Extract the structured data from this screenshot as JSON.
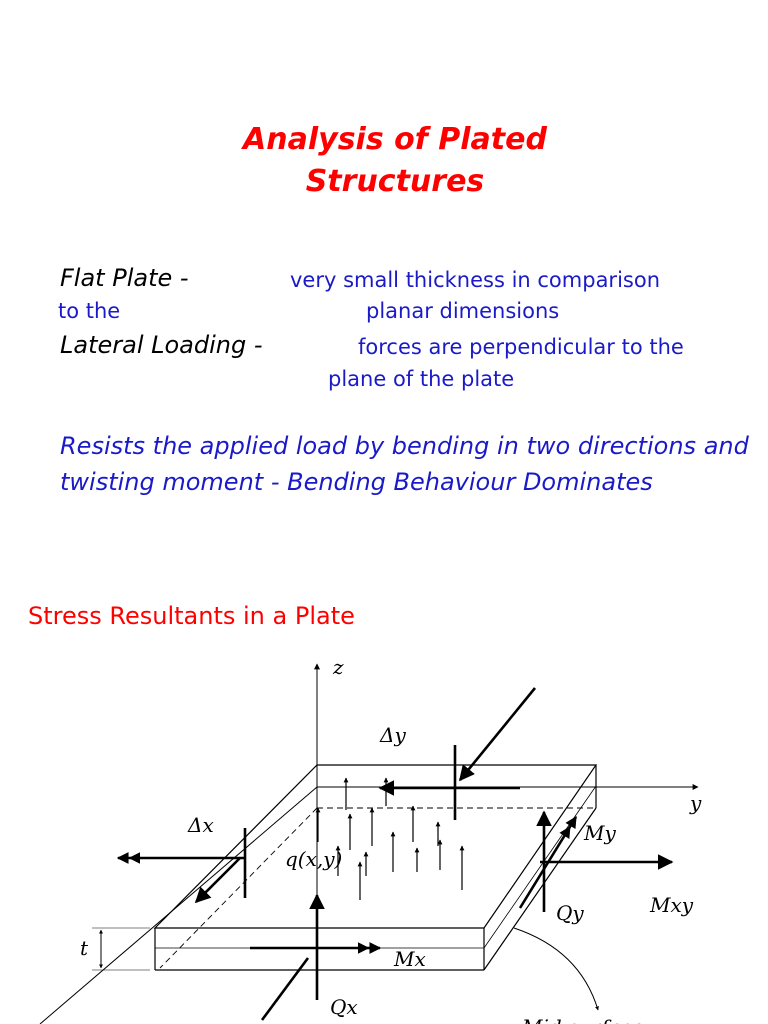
{
  "title": {
    "line1": "Analysis of  Plated",
    "line2": "Structures"
  },
  "definitions": {
    "flat_plate": {
      "term": "Flat Plate -",
      "line1": "very small thickness in comparison",
      "line2a": "to the",
      "line2b": "planar dimensions"
    },
    "lateral_loading": {
      "term": "Lateral Loading  -",
      "line1": "forces are perpendicular to the",
      "line2": "plane of the plate"
    }
  },
  "resists_text": "Resists the applied load by bending in two directions and twisting moment  - Bending Behaviour Dominates",
  "subheading": "Stress Resultants in a Plate",
  "figure": {
    "labels": {
      "z": "z",
      "y": "y",
      "dy": "Δy",
      "dx": "Δx",
      "q": "q(x,y)",
      "t": "t",
      "my": "My",
      "mxy": "Mxy",
      "qy": "Qy",
      "mx": "Mx",
      "qx": "Qx",
      "mid": "Mid-surface"
    }
  }
}
